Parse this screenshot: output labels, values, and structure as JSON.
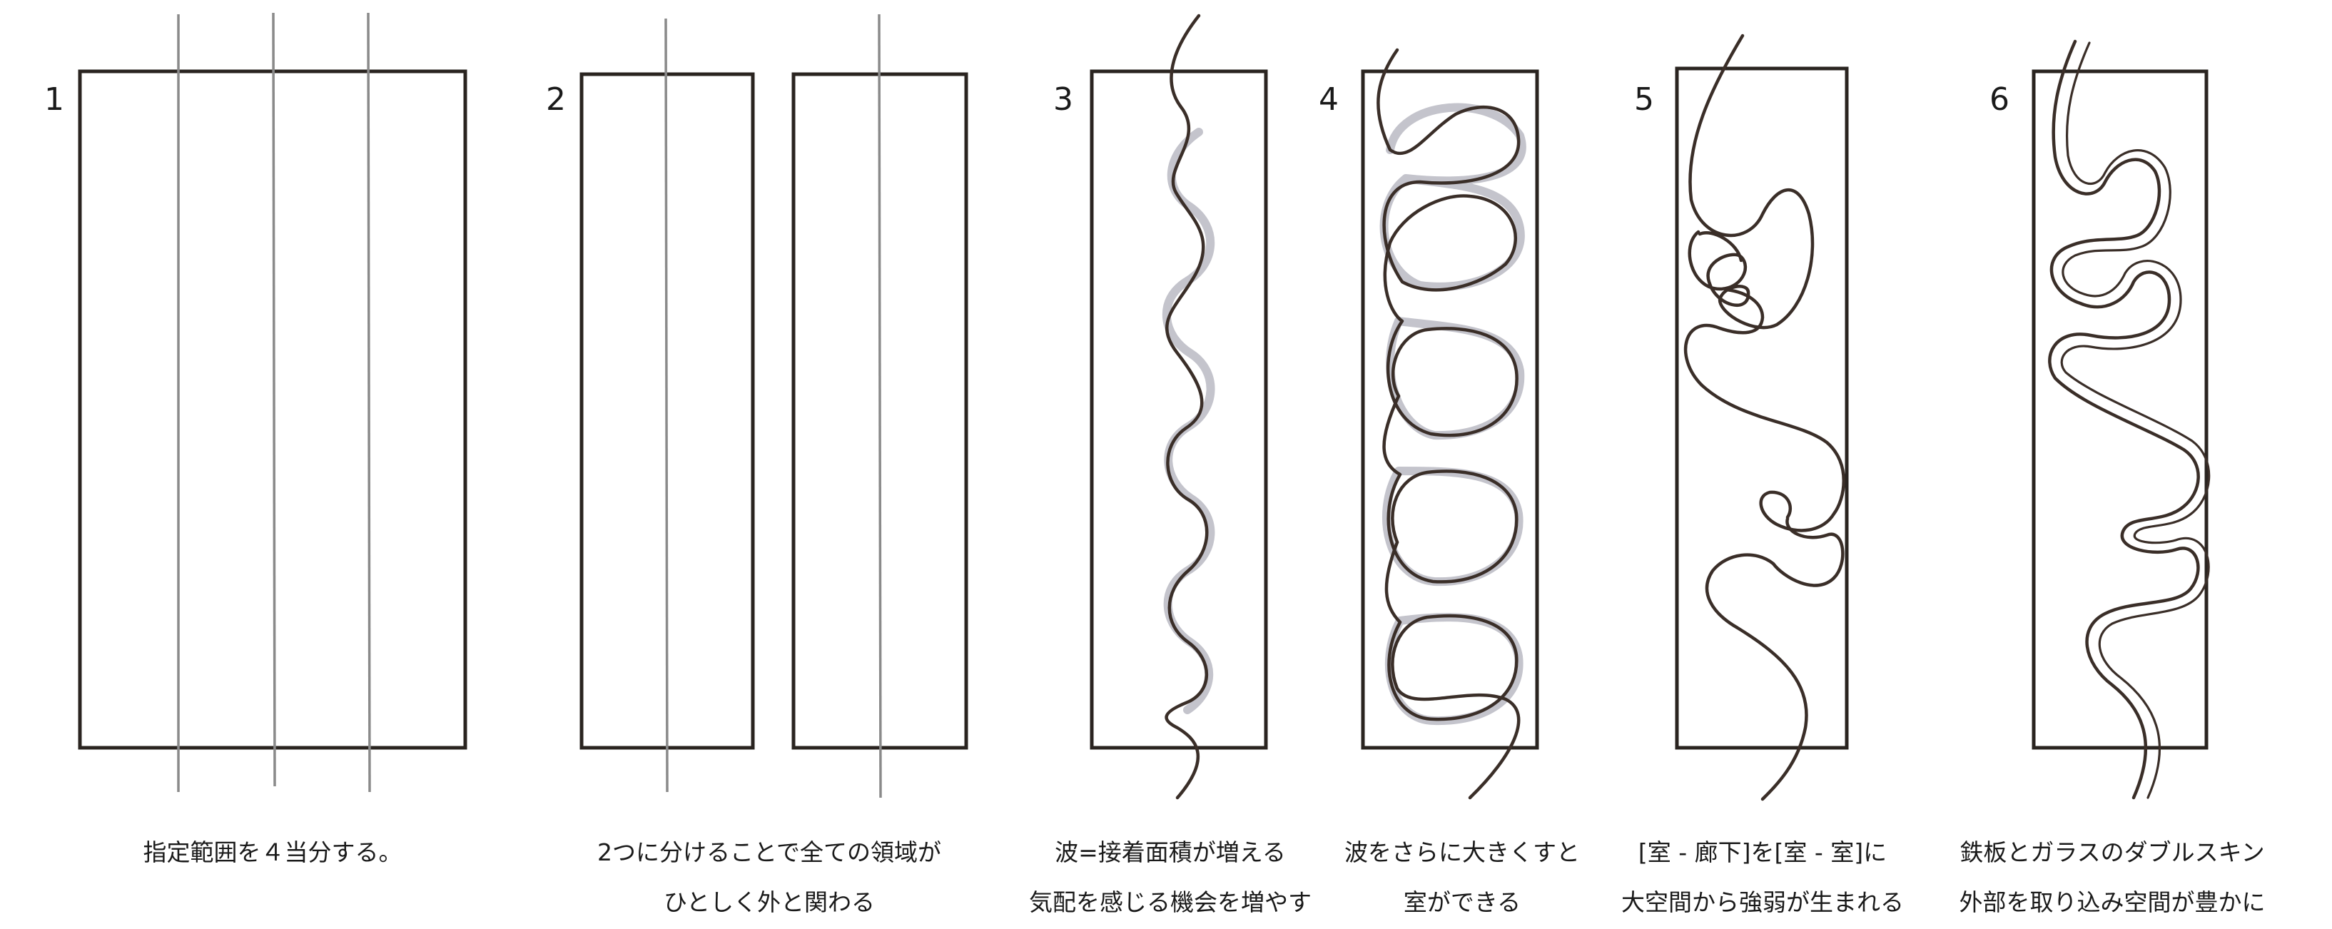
{
  "panels": [
    {
      "number": "1",
      "caption": [
        "指定範囲を４当分する。"
      ]
    },
    {
      "number": "2",
      "caption": [
        "2つに分けることで全ての領域が",
        "ひとしく外と関わる"
      ]
    },
    {
      "number": "3",
      "caption": [
        "波=接着面積が増える",
        "気配を感じる機会を増やす"
      ]
    },
    {
      "number": "4",
      "caption": [
        "波をさらに大きくすと",
        "室ができる"
      ]
    },
    {
      "number": "5",
      "caption": [
        "[室 - 廊下]を[室 - 室]に",
        "大空間から強弱が生まれる"
      ]
    },
    {
      "number": "6",
      "caption": [
        "鉄板とガラスのダブルスキン",
        "外部を取り込み空間が豊かに"
      ]
    }
  ]
}
